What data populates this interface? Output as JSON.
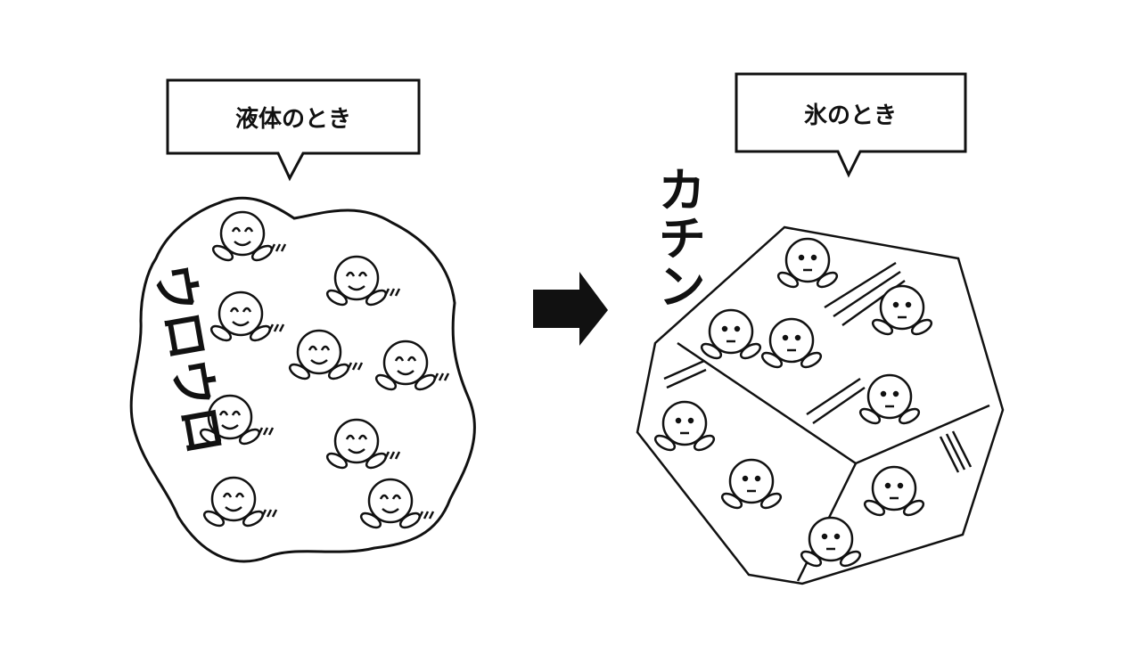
{
  "liquid": {
    "label": "液体のとき",
    "sound": "ウロウロ",
    "face": "smiling"
  },
  "ice": {
    "label": "氷のとき",
    "sound": "カチン",
    "face": "neutral"
  },
  "arrow-icon": "right-arrow",
  "colors": {
    "ink": "#111111",
    "background": "#ffffff"
  }
}
